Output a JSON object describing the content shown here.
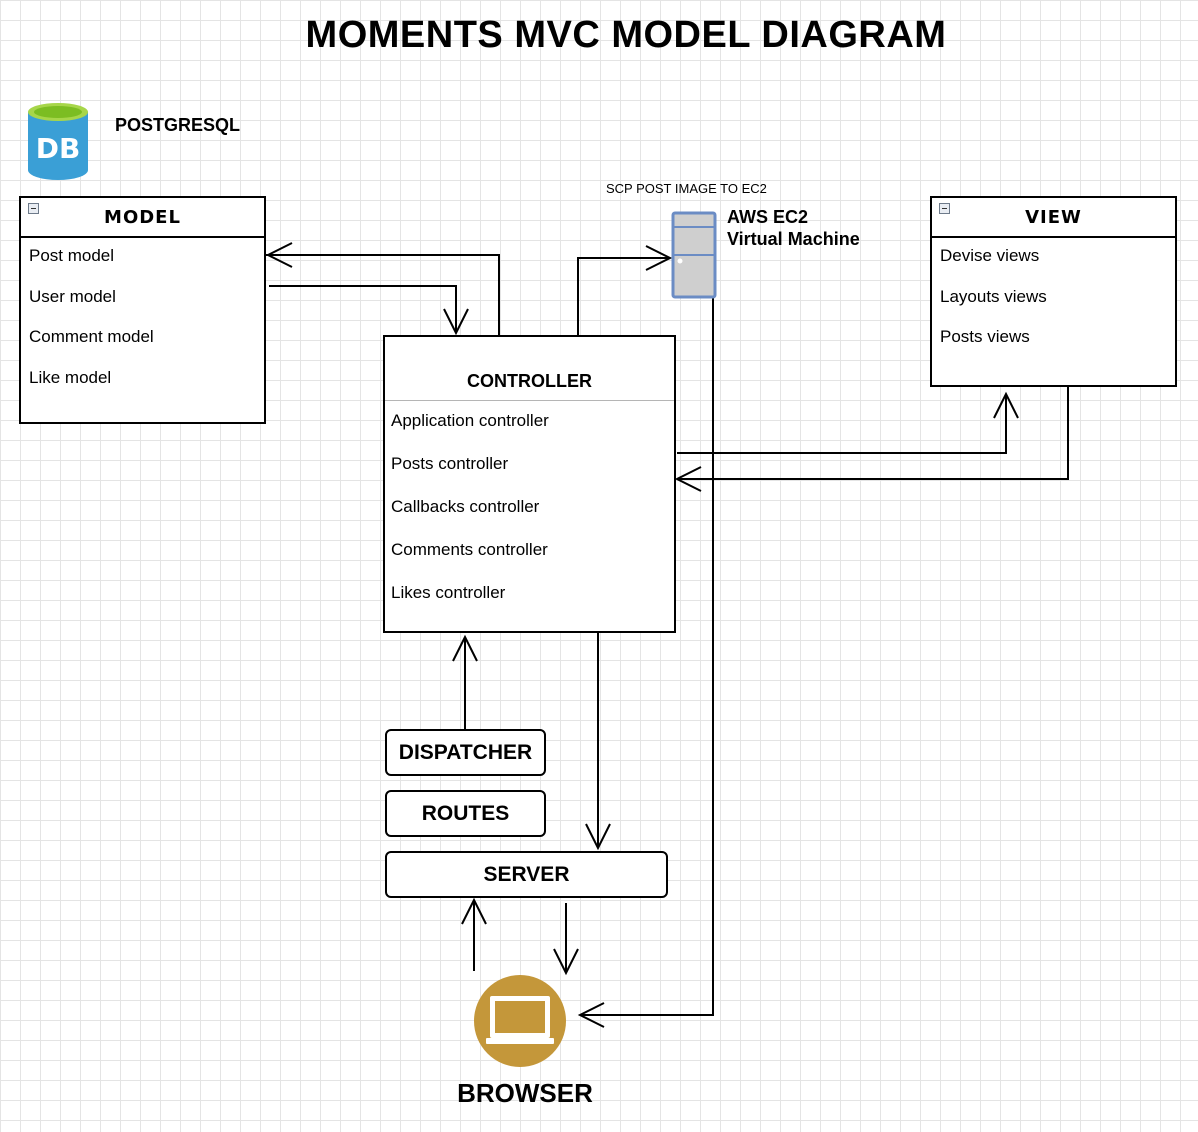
{
  "title": "MOMENTS MVC MODEL DIAGRAM",
  "database": {
    "icon_text": "DB",
    "label": "POSTGRESQL"
  },
  "model": {
    "header": "MODEL",
    "items": [
      "Post model",
      "User model",
      "Comment model",
      "Like model"
    ]
  },
  "view": {
    "header": "VIEW",
    "items": [
      "Devise views",
      "Layouts views",
      "Posts views"
    ]
  },
  "controller": {
    "header": "CONTROLLER",
    "items": [
      "Application controller",
      "Posts controller",
      "Callbacks controller",
      "Comments controller",
      "Likes controller"
    ]
  },
  "ec2": {
    "note": "SCP POST IMAGE TO EC2",
    "line1": "AWS EC2",
    "line2": "Virtual Machine"
  },
  "dispatcher": "DISPATCHER",
  "routes": "ROUTES",
  "server": "SERVER",
  "browser": "BROWSER",
  "colors": {
    "db_blue": "#3a9fd6",
    "db_top": "#8fcf2c",
    "browser_gold": "#c4973a",
    "server_blue": "#6b8cc4",
    "server_fill": "#cfcfcf"
  }
}
